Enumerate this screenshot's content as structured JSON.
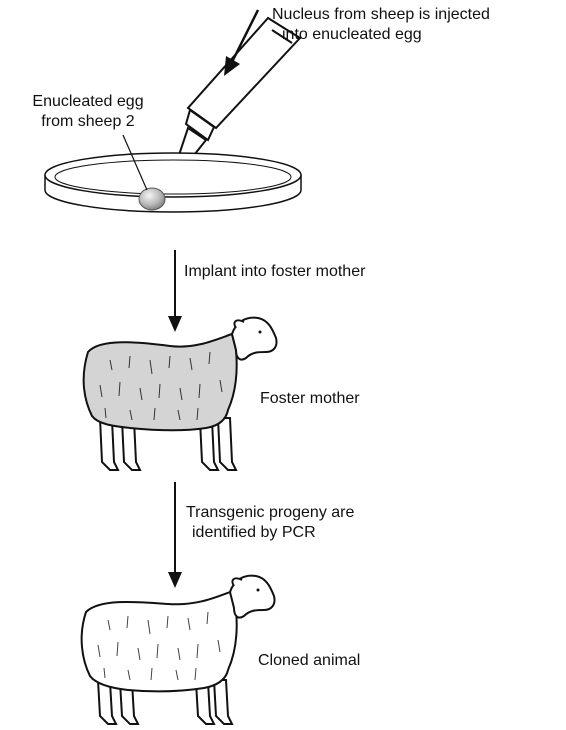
{
  "labels": {
    "injection": [
      "Nucleus from sheep is injected",
      "into enucleated egg"
    ],
    "egg": [
      "Enucleated egg",
      "from sheep 2"
    ],
    "implant": "Implant into foster mother",
    "foster": "Foster mother",
    "pcr": [
      "Transgenic progeny are",
      "identified by PCR"
    ],
    "cloned": "Cloned animal"
  }
}
